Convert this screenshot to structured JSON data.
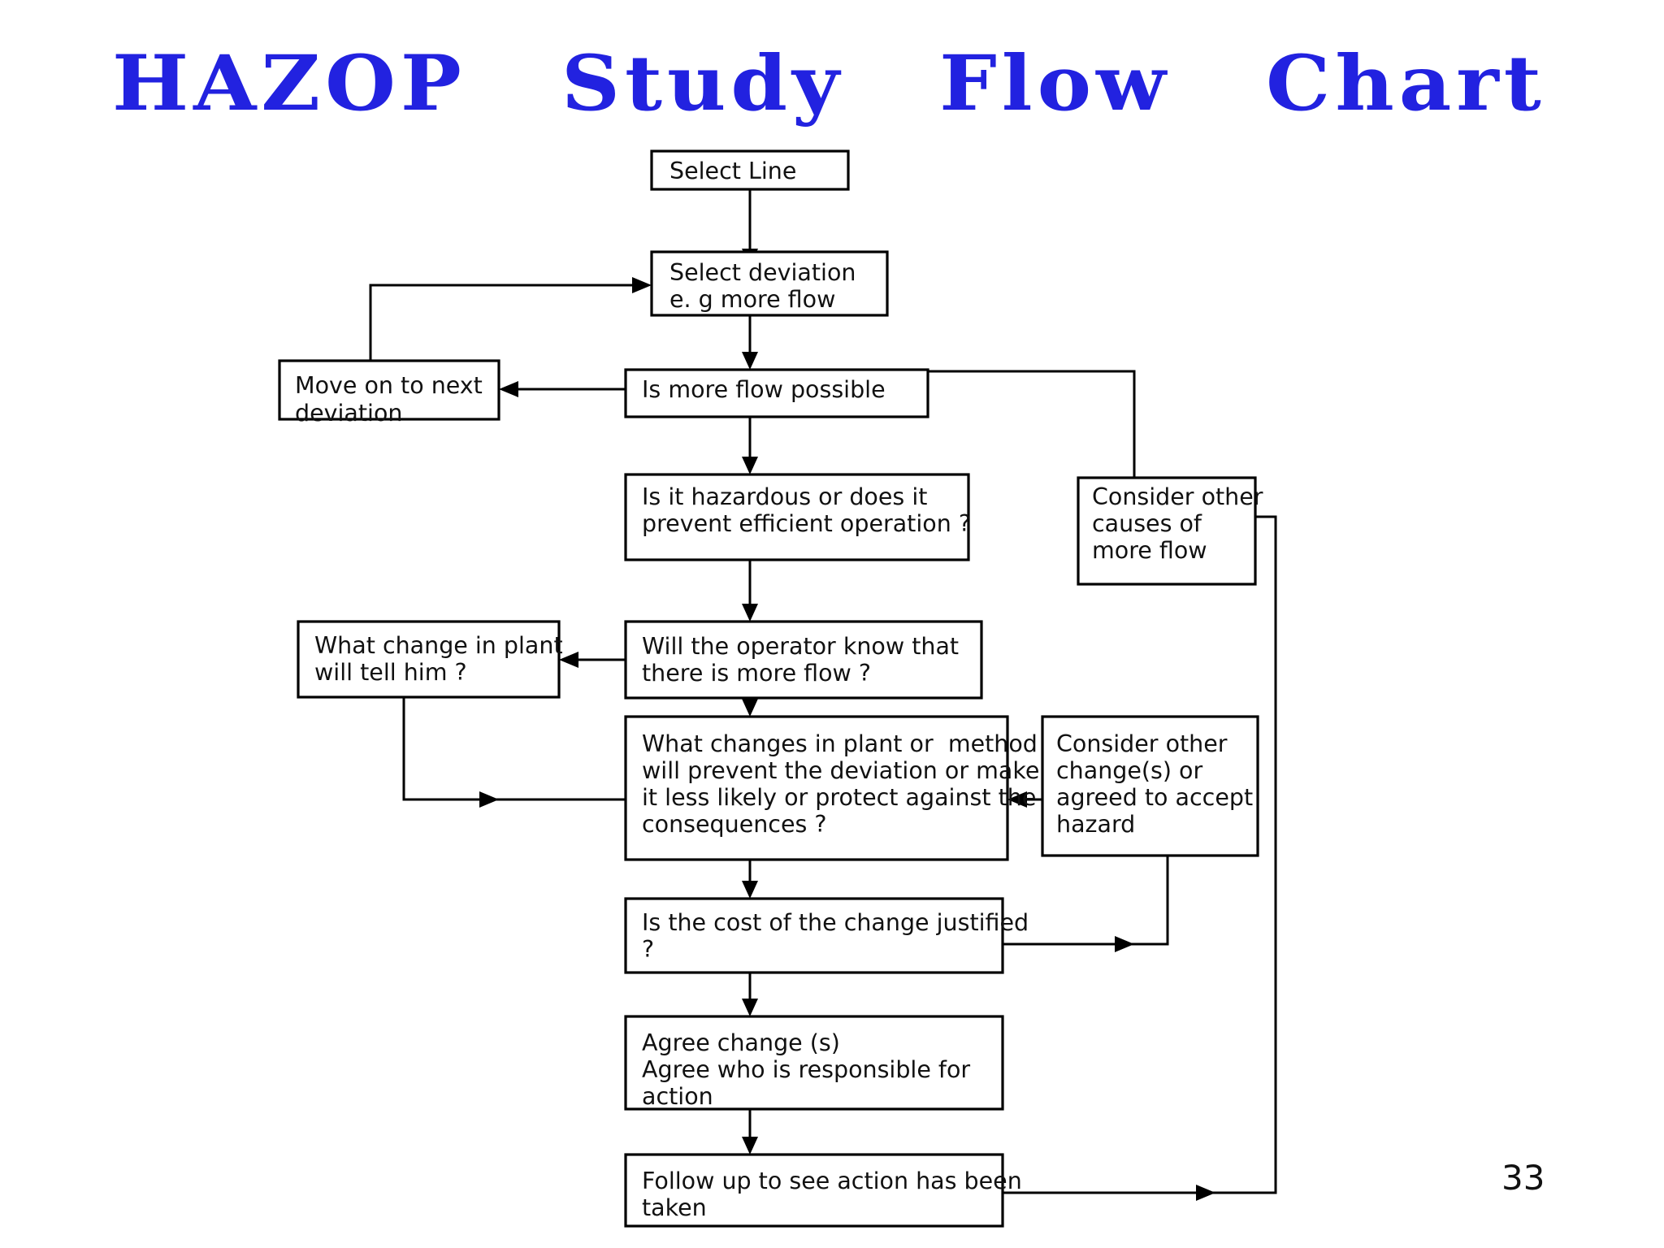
{
  "slide": {
    "title": "HAZOP  Study  Flow  Chart",
    "page_number": "33",
    "title_color": "#2222e0",
    "box_border_color": "#000000",
    "connector_color": "#000000",
    "background_color": "#ffffff"
  },
  "chart_data": {
    "type": "diagram",
    "title": "HAZOP  Study  Flow  Chart",
    "nodes": [
      {
        "id": "select-line",
        "label": "Select Line",
        "lines": [
          "Select Line"
        ]
      },
      {
        "id": "select-deviation",
        "label": "Select deviation e. g more flow",
        "lines": [
          "Select deviation",
          "e. g more flow"
        ]
      },
      {
        "id": "move-on-next",
        "label": "Move on to next deviation",
        "lines": [
          "Move on to next",
          "deviation"
        ]
      },
      {
        "id": "is-more-flow",
        "label": "Is more flow possible",
        "lines": [
          "Is more flow possible"
        ]
      },
      {
        "id": "is-hazardous",
        "label": "Is it hazardous or does it prevent efficient operation ?",
        "lines": [
          "Is it hazardous or does it",
          "prevent efficient operation ?"
        ]
      },
      {
        "id": "consider-causes",
        "label": "Consider other causes of more flow",
        "lines": [
          "Consider other",
          "causes of",
          "more flow"
        ]
      },
      {
        "id": "what-change-plant",
        "label": "What change in plant will tell him ?",
        "lines": [
          "What change in plant",
          "will tell him ?"
        ]
      },
      {
        "id": "operator-know",
        "label": "Will the operator know that there is more flow ?",
        "lines": [
          "Will the operator know that",
          "there is more flow ?"
        ]
      },
      {
        "id": "what-changes-method",
        "label": "What changes in plant or  method will prevent the deviation or make it less likely or protect against the consequences ?",
        "lines": [
          "What changes in plant or  method",
          "will prevent the deviation or make",
          "it less likely or protect against the",
          "consequences ?"
        ]
      },
      {
        "id": "consider-changes",
        "label": "Consider other change(s) or agreed to accept hazard",
        "lines": [
          "Consider other",
          "change(s) or",
          "agreed to accept",
          "hazard"
        ]
      },
      {
        "id": "cost-justified",
        "label": "Is the cost of the change justified ?",
        "lines": [
          "Is the cost of the change justified",
          "?"
        ]
      },
      {
        "id": "agree-changes",
        "label": "Agree change (s) Agree who is responsible for action",
        "lines": [
          "Agree change (s)",
          "Agree who is responsible for",
          "action"
        ]
      },
      {
        "id": "follow-up",
        "label": "Follow up to see action has been taken",
        "lines": [
          "Follow up to see action has been",
          "taken"
        ]
      }
    ],
    "edges": [
      {
        "from": "select-line",
        "to": "select-deviation"
      },
      {
        "from": "select-deviation",
        "to": "is-more-flow"
      },
      {
        "from": "is-more-flow",
        "to": "move-on-next"
      },
      {
        "from": "move-on-next",
        "to": "select-deviation"
      },
      {
        "from": "is-more-flow",
        "to": "is-hazardous"
      },
      {
        "from": "is-more-flow",
        "to": "consider-causes"
      },
      {
        "from": "is-hazardous",
        "to": "operator-know"
      },
      {
        "from": "operator-know",
        "to": "what-change-plant"
      },
      {
        "from": "operator-know",
        "to": "what-changes-method"
      },
      {
        "from": "what-change-plant",
        "to": "what-changes-method"
      },
      {
        "from": "consider-changes",
        "to": "what-changes-method"
      },
      {
        "from": "what-changes-method",
        "to": "cost-justified"
      },
      {
        "from": "cost-justified",
        "to": "consider-changes"
      },
      {
        "from": "cost-justified",
        "to": "agree-changes"
      },
      {
        "from": "agree-changes",
        "to": "follow-up"
      },
      {
        "from": "follow-up",
        "to": "consider-causes"
      }
    ]
  }
}
